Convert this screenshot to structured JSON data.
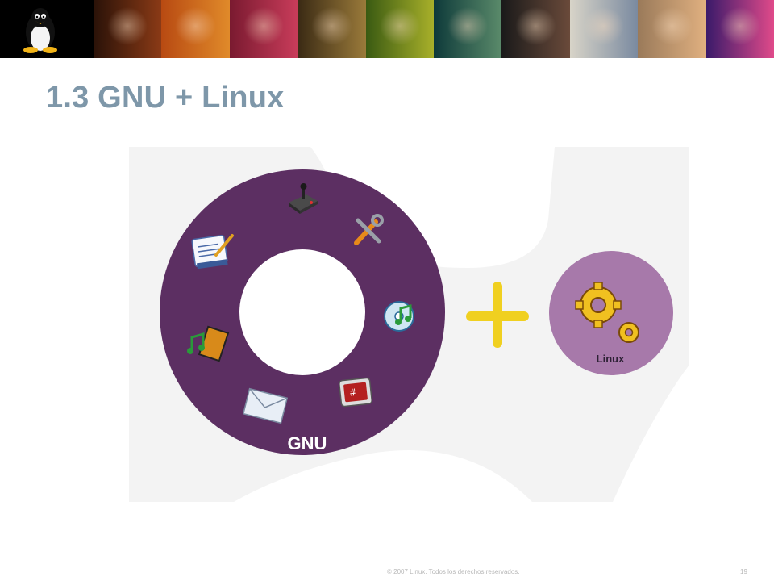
{
  "slide": {
    "title": "1.3 GNU + Linux",
    "footer": "© 2007 Linux. Todos los derechos reservados.",
    "page_number": "19"
  },
  "diagram": {
    "gnu_label": "GNU",
    "plus_sign": "+",
    "linux_label": "Linux"
  },
  "colors": {
    "title": "#7e97a9",
    "gnu_ring": "#5c2f62",
    "linux_circle": "#a779aa",
    "plus_sign": "#f0d020",
    "background_shape": "#f3f3f3"
  },
  "icons": [
    "tux-penguin-icon",
    "joystick-icon",
    "tools-icon",
    "music-disc-icon",
    "terminal-icon",
    "mail-envelope-icon",
    "music-film-icon",
    "document-edit-icon",
    "gears-icon"
  ]
}
